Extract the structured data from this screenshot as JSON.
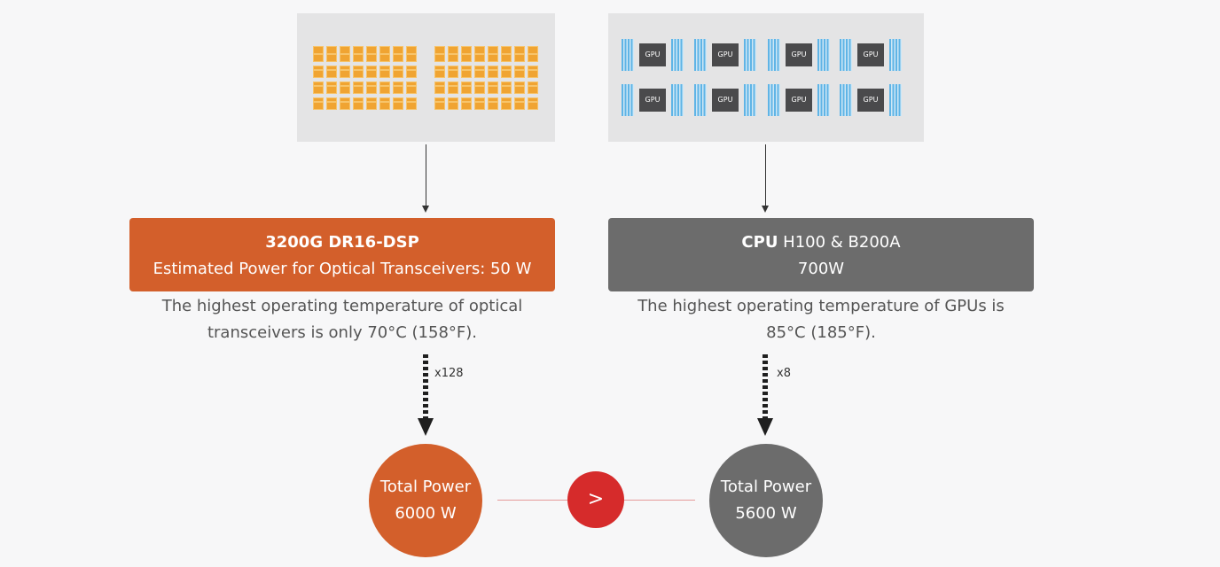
{
  "left": {
    "box_title": "3200G DR16-DSP",
    "box_subtitle": "Estimated Power for Optical Transceivers: 50 W",
    "description_line1": "The highest operating temperature of optical",
    "description_line2": "transceivers is only 70°C (158°F).",
    "multiplier": "x128",
    "total_line1": "Total Power",
    "total_line2": "6000 W"
  },
  "right": {
    "box_title_bold": "CPU",
    "box_title_rest": " H100 & B200A",
    "box_subtitle": "700W",
    "description_line1": "The highest operating temperature of GPUs is",
    "description_line2": "85°C (185°F).",
    "multiplier": "x8",
    "total_line1": "Total Power",
    "total_line2": "5600 W",
    "gpu_label": "GPU"
  },
  "comparison_symbol": ">",
  "colors": {
    "orange": "#d35f2b",
    "gray": "#6c6c6c",
    "red": "#d62b2b",
    "chip_orange": "#f0a432",
    "hbm_blue": "#5fb4e6"
  }
}
